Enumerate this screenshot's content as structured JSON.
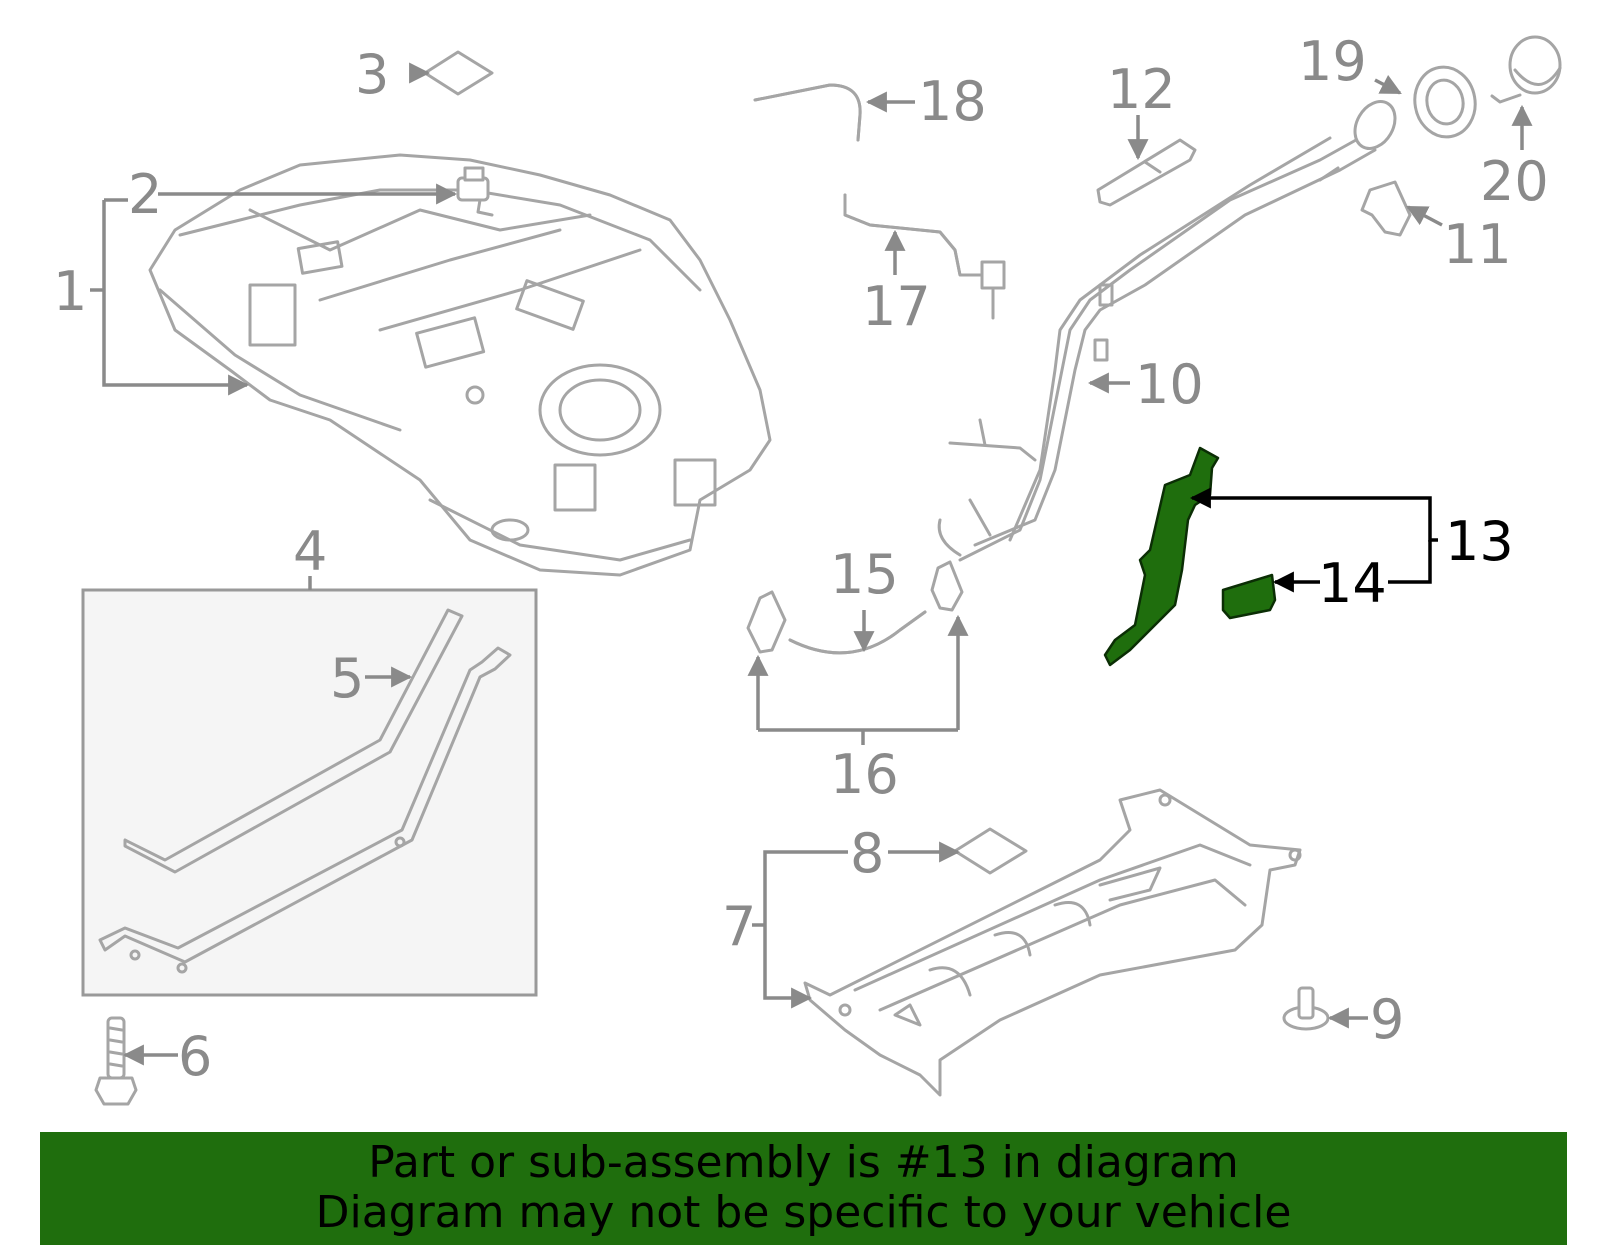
{
  "diagram": {
    "callouts": [
      "1",
      "2",
      "3",
      "4",
      "5",
      "6",
      "7",
      "8",
      "9",
      "10",
      "11",
      "12",
      "13",
      "14",
      "15",
      "16",
      "17",
      "18",
      "19",
      "20"
    ],
    "highlighted_part": "13",
    "colors": {
      "highlight": "#1f6e0d",
      "line": "#a5a5a5",
      "label": "#8a8a8a",
      "banner": "#1f6e0d"
    }
  },
  "banner": {
    "line1": "Part or sub-assembly is #13 in diagram",
    "line2": "Diagram may not be specific to your vehicle"
  }
}
